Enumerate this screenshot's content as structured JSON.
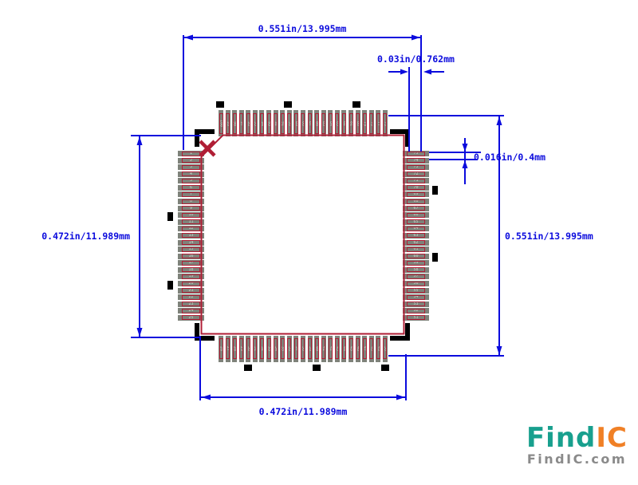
{
  "diagram": {
    "type": "ic-footprint-qfp",
    "dimensions": {
      "top_span": "0.551in/13.995mm",
      "top_right_pad_length": "0.03in/0.762mm",
      "right_pad_pitch": "0.016in/0.4mm",
      "left_span": "0.472in/11.989mm",
      "right_span": "0.551in/13.995mm",
      "bottom_span": "0.472in/11.989mm"
    },
    "footprint": {
      "pads_per_side": 25,
      "total_pins": 100,
      "sides": [
        {
          "id": "left",
          "count": 25,
          "pin_start": 1,
          "pin_step": 1
        },
        {
          "id": "bottom",
          "count": 25,
          "pin_start": 26,
          "pin_step": 1
        },
        {
          "id": "right",
          "count": 25,
          "pin_start": 75,
          "pin_step": -1
        },
        {
          "id": "top",
          "count": 25,
          "pin_start": 100,
          "pin_step": -1
        }
      ],
      "pin1_marker": "red-x-chamfer-top-left"
    },
    "colors": {
      "dimension_blue": "#0b0bdd",
      "pad_gray": "#7e827a",
      "silkscreen_red": "#b01e35",
      "mark_black": "#000000"
    }
  },
  "logo": {
    "find": "Find",
    "ic": "IC",
    "domain": "FindIC.com",
    "teal": "#18a08e",
    "orange": "#f08026",
    "gray": "#8a8a8a"
  }
}
